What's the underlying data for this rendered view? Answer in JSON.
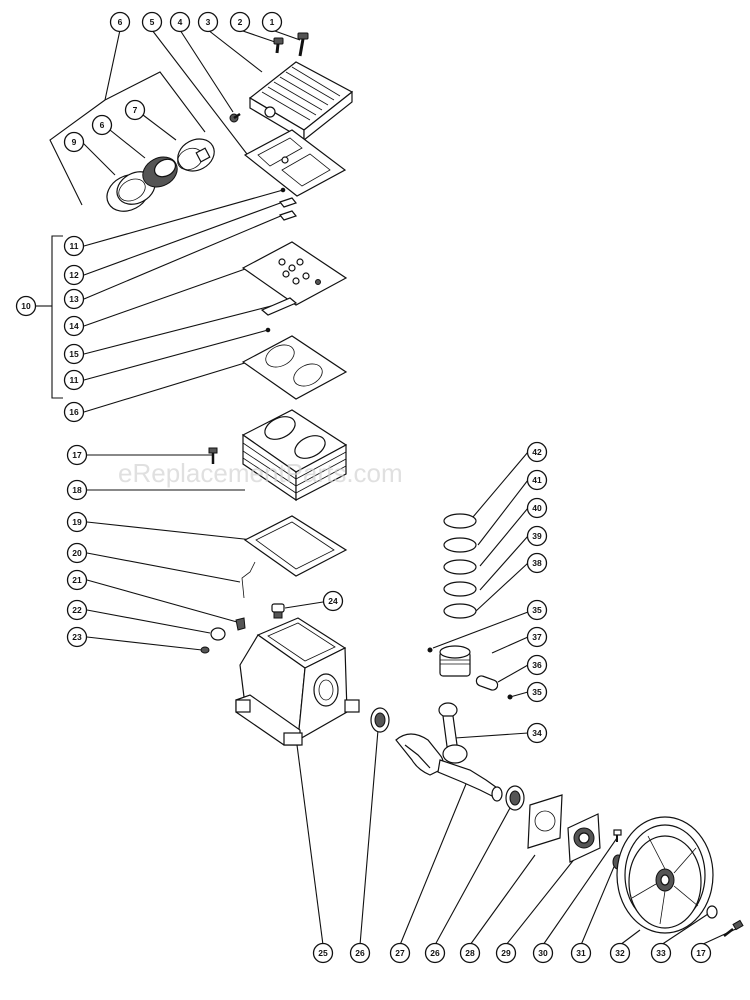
{
  "watermark": "eReplacementParts.com",
  "callouts": [
    {
      "id": "c1",
      "label": "1"
    },
    {
      "id": "c2",
      "label": "2"
    },
    {
      "id": "c3",
      "label": "3"
    },
    {
      "id": "c4",
      "label": "4"
    },
    {
      "id": "c5",
      "label": "5"
    },
    {
      "id": "c6a",
      "label": "6"
    },
    {
      "id": "c7",
      "label": "7"
    },
    {
      "id": "c6b",
      "label": "6"
    },
    {
      "id": "c9",
      "label": "9"
    },
    {
      "id": "c10",
      "label": "10"
    },
    {
      "id": "c11a",
      "label": "11"
    },
    {
      "id": "c12",
      "label": "12"
    },
    {
      "id": "c13",
      "label": "13"
    },
    {
      "id": "c14",
      "label": "14"
    },
    {
      "id": "c15",
      "label": "15"
    },
    {
      "id": "c11b",
      "label": "11"
    },
    {
      "id": "c16",
      "label": "16"
    },
    {
      "id": "c17a",
      "label": "17"
    },
    {
      "id": "c18",
      "label": "18"
    },
    {
      "id": "c19",
      "label": "19"
    },
    {
      "id": "c20",
      "label": "20"
    },
    {
      "id": "c21",
      "label": "21"
    },
    {
      "id": "c22",
      "label": "22"
    },
    {
      "id": "c23",
      "label": "23"
    },
    {
      "id": "c24",
      "label": "24"
    },
    {
      "id": "c42",
      "label": "42"
    },
    {
      "id": "c41",
      "label": "41"
    },
    {
      "id": "c40",
      "label": "40"
    },
    {
      "id": "c39",
      "label": "39"
    },
    {
      "id": "c38",
      "label": "38"
    },
    {
      "id": "c35a",
      "label": "35"
    },
    {
      "id": "c37",
      "label": "37"
    },
    {
      "id": "c36",
      "label": "36"
    },
    {
      "id": "c35b",
      "label": "35"
    },
    {
      "id": "c34",
      "label": "34"
    },
    {
      "id": "c25",
      "label": "25"
    },
    {
      "id": "c26a",
      "label": "26"
    },
    {
      "id": "c27",
      "label": "27"
    },
    {
      "id": "c26b",
      "label": "26"
    },
    {
      "id": "c28",
      "label": "28"
    },
    {
      "id": "c29",
      "label": "29"
    },
    {
      "id": "c30",
      "label": "30"
    },
    {
      "id": "c31",
      "label": "31"
    },
    {
      "id": "c32",
      "label": "32"
    },
    {
      "id": "c33",
      "label": "33"
    },
    {
      "id": "c17b",
      "label": "17"
    }
  ]
}
